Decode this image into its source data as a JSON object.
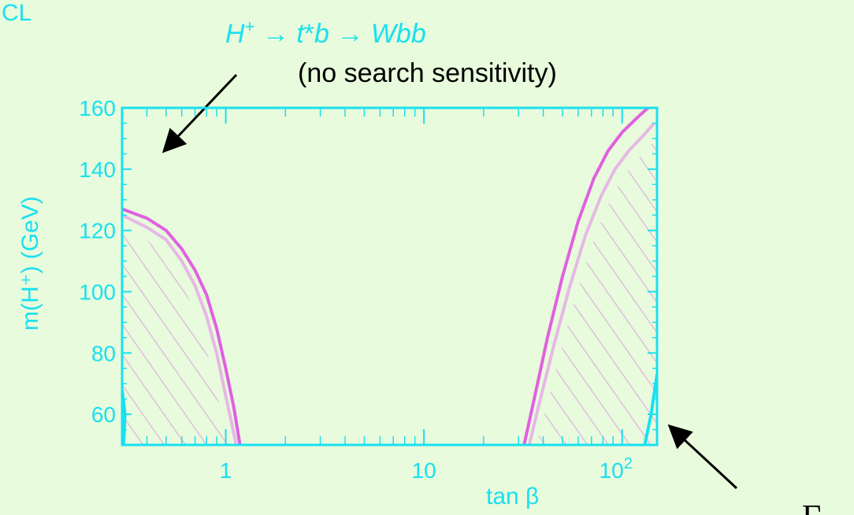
{
  "corner_label": "CL",
  "annotations": {
    "decay_html_parts": {
      "h": "H",
      "sup": "+",
      "arrow1": " → ",
      "t": "t",
      "star": "*",
      "b": "b",
      "arrow2": " → ",
      "wbb": "Wbb"
    },
    "no_sensitivity": "(no search sensitivity)",
    "gamma_label": "Γ"
  },
  "colors": {
    "background": "#e8fbdc",
    "axis": "#19e0f0",
    "boundary_dark": "#e060e0",
    "boundary_light": "#e6b8e6",
    "hatch": "#e0bfe0",
    "arrow": "#000000"
  },
  "chart_data": {
    "type": "area",
    "xlabel": "tan β",
    "ylabel": "m(H⁺) (GeV)",
    "xscale": "log",
    "xlim": [
      0.3,
      150
    ],
    "ylim": [
      50,
      160
    ],
    "xticks": [
      {
        "value": 1,
        "label": "1"
      },
      {
        "value": 10,
        "label": "10"
      },
      {
        "value": 100,
        "label": "10",
        "sup": "2"
      }
    ],
    "yticks": [
      60,
      80,
      100,
      120,
      140,
      160
    ],
    "series": [
      {
        "region": "left-excluded-outer",
        "style": "dark",
        "x": [
          0.3,
          0.4,
          0.5,
          0.6,
          0.7,
          0.8,
          0.9,
          1.0,
          1.1,
          1.18
        ],
        "y": [
          127,
          124,
          120,
          114,
          107,
          99,
          88,
          75,
          62,
          50
        ]
      },
      {
        "region": "left-excluded-inner",
        "style": "light",
        "x": [
          0.3,
          0.4,
          0.5,
          0.6,
          0.7,
          0.8,
          0.9,
          1.0,
          1.08,
          1.13
        ],
        "y": [
          125,
          121,
          117,
          110,
          102,
          92,
          80,
          66,
          56,
          50
        ]
      },
      {
        "region": "left-excluded-hatch",
        "style": "hatch",
        "x": [
          0.3,
          0.4,
          0.5,
          0.6,
          0.7,
          0.8,
          0.9,
          0.98,
          1.05
        ],
        "y": [
          122,
          117,
          111,
          103,
          93,
          81,
          67,
          56,
          50
        ]
      },
      {
        "region": "right-excluded-outer",
        "style": "dark",
        "x": [
          32,
          36,
          42,
          50,
          60,
          72,
          85,
          100,
          120,
          135
        ],
        "y": [
          50,
          65,
          85,
          105,
          123,
          137,
          146,
          152,
          157,
          160
        ]
      },
      {
        "region": "right-excluded-inner",
        "style": "light",
        "x": [
          34,
          38,
          45,
          54,
          65,
          78,
          92,
          108,
          128,
          145
        ],
        "y": [
          50,
          63,
          82,
          101,
          118,
          131,
          140,
          146,
          151,
          155
        ]
      },
      {
        "region": "right-excluded-hatch",
        "style": "hatch",
        "x": [
          37,
          42,
          50,
          60,
          72,
          86,
          100,
          118,
          150
        ],
        "y": [
          50,
          64,
          83,
          101,
          117,
          129,
          137,
          143,
          150
        ]
      },
      {
        "region": "left-edge-spike",
        "style": "cyan",
        "x": [
          0.3,
          0.31,
          0.305
        ],
        "y": [
          68,
          60,
          50
        ]
      },
      {
        "region": "right-edge-spike",
        "style": "cyan",
        "x": [
          130,
          140,
          150
        ],
        "y": [
          50,
          60,
          73
        ]
      }
    ]
  }
}
